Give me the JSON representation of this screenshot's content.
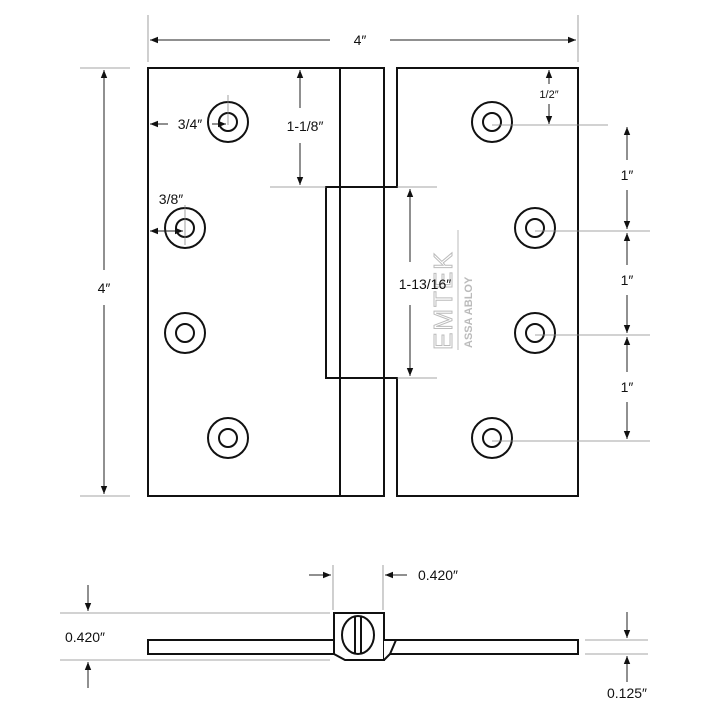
{
  "title": "Hinge dimension drawing",
  "front_view": {
    "width_label": "4″",
    "height_label": "4″",
    "top_edge_to_hole_label": "1/2″",
    "hole_spacing_labels": [
      "1″",
      "1″",
      "1″"
    ],
    "edge_to_outer_hole_label": "3/4″",
    "edge_to_inner_hole_label": "3/8″",
    "top_to_notch_label": "1-1/8″",
    "notch_height_label": "1-13/16″",
    "logo": {
      "brand": "EMTEK",
      "sub": "ASSA ABLOY"
    }
  },
  "side_view": {
    "knuckle_width_label": "0.420″",
    "knuckle_height_label": "0.420″",
    "leaf_thickness_label": "0.125″"
  }
}
